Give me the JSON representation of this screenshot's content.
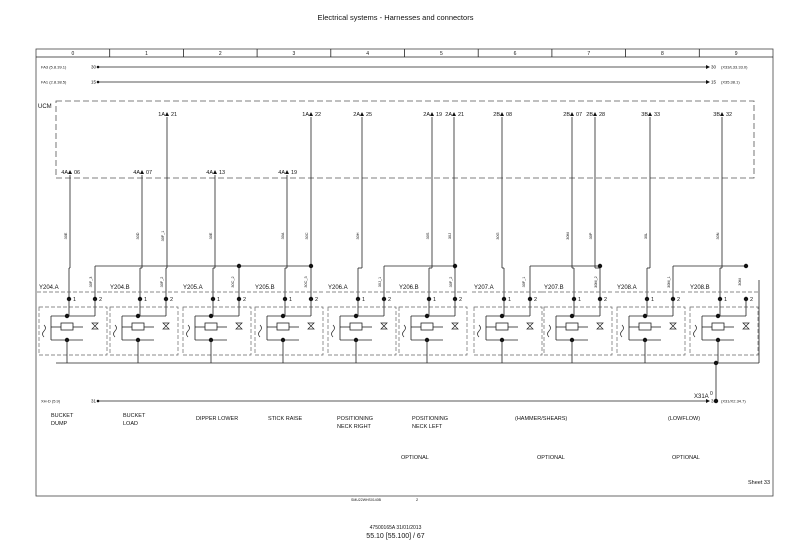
{
  "header": {
    "title": "Electrical systems - Harnesses and connectors"
  },
  "footer": {
    "doc_ref": "47500165A 31/01/2013",
    "page_ref": "55.10 [55.100] / 67"
  },
  "sheet": {
    "label": "Sheet 33",
    "drawing_ref": "SMU22WHS0140B",
    "drawing_index": "2"
  },
  "columns": [
    "0",
    "1",
    "2",
    "3",
    "4",
    "5",
    "6",
    "7",
    "8",
    "9"
  ],
  "buses": [
    {
      "left_ref": "FA3 (5.8.39.1)",
      "left_num": "30",
      "right_num": "30",
      "right_ref": "(X33/L33.33.0)"
    },
    {
      "left_ref": "FA1 (2.8.38.5)",
      "left_num": "15",
      "right_num": "15",
      "right_ref": "(X35.38.1)"
    },
    {
      "left_ref": "XH-D (5.9)",
      "left_num": "31",
      "right_num": "31",
      "right_ref": "(X31/X2.34.7)"
    }
  ],
  "uom": {
    "label": "UCM"
  },
  "top_pins": [
    {
      "text": "1A",
      "num": "21"
    },
    {
      "text": "1A",
      "num": "22"
    },
    {
      "text": "2A",
      "num": "25"
    },
    {
      "text": "2A",
      "num": "19"
    },
    {
      "text": "2A",
      "num": "21"
    },
    {
      "text": "2B",
      "num": "08"
    },
    {
      "text": "2B",
      "num": "07"
    },
    {
      "text": "2B",
      "num": "28"
    },
    {
      "text": "3B",
      "num": "33"
    },
    {
      "text": "3B",
      "num": "32"
    }
  ],
  "side_pins": [
    {
      "text": "4A",
      "num": "06"
    },
    {
      "text": "4A",
      "num": "07"
    },
    {
      "text": "4A",
      "num": "13"
    },
    {
      "text": "4A",
      "num": "19"
    }
  ],
  "wire_labels": [
    "30E",
    "30D",
    "30F_1",
    "30E",
    "30A",
    "30C",
    "30H",
    "30S",
    "30J",
    "30G",
    "30M",
    "30P",
    "30L",
    "30N"
  ],
  "short_wire_labels": [
    "30F_3",
    "30F_2",
    "30C_2",
    "30C_3",
    "30J_1",
    "30F_2",
    "30F_1",
    "30M_2",
    "30M_1",
    "30M"
  ],
  "connectors": [
    {
      "name": "Y204.A",
      "pin1": "1",
      "pin2": "2"
    },
    {
      "name": "Y204.B",
      "pin1": "1",
      "pin2": "2"
    },
    {
      "name": "Y205.A",
      "pin1": "1",
      "pin2": "2"
    },
    {
      "name": "Y205.B",
      "pin1": "1",
      "pin2": "2"
    },
    {
      "name": "Y206.A",
      "pin1": "1",
      "pin2": "2"
    },
    {
      "name": "Y206.B",
      "pin1": "1",
      "pin2": "2"
    },
    {
      "name": "Y207.A",
      "pin1": "1",
      "pin2": "2"
    },
    {
      "name": "Y207.B",
      "pin1": "1",
      "pin2": "2"
    },
    {
      "name": "Y208.A",
      "pin1": "1",
      "pin2": "2"
    },
    {
      "name": "Y208.B",
      "pin1": "1",
      "pin2": "2"
    }
  ],
  "ground_node": {
    "label": "X31A",
    "pin": "0"
  },
  "functions": [
    {
      "line1": "BUCKET",
      "line2": "DUMP"
    },
    {
      "line1": "BUCKET",
      "line2": "LOAD"
    },
    {
      "line1": "DIPPER LOWER",
      "line2": ""
    },
    {
      "line1": "STICK RAISE",
      "line2": ""
    },
    {
      "line1": "POSITIONING",
      "line2": "NECK RIGHT"
    },
    {
      "line1": "POSITIONING",
      "line2": "NECK LEFT"
    },
    {
      "line1": "(HAMMER/SHEARS)",
      "line2": ""
    },
    {
      "line1": "(LOWFLOW)",
      "line2": ""
    }
  ],
  "optional_labels": [
    "OPTIONAL",
    "OPTIONAL",
    "OPTIONAL"
  ]
}
